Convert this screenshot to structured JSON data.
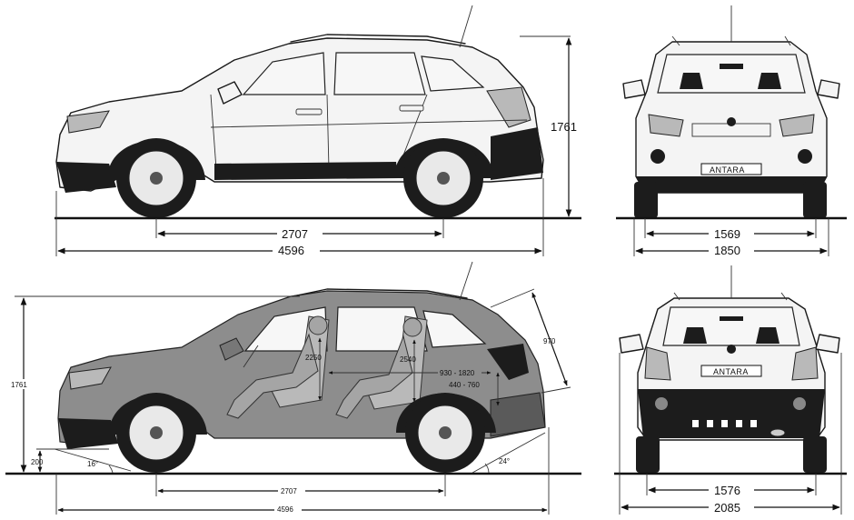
{
  "dimensions": {
    "side_top": {
      "wheelbase": "2707",
      "length": "4596",
      "height": "1761"
    },
    "front_view": {
      "front_track": "1569",
      "width": "1850"
    },
    "side_bottom": {
      "height": "1761",
      "ground_clearance": "200",
      "approach_angle": "16°",
      "departure_angle": "24°",
      "front_headroom": "2250",
      "rear_headroom": "2540",
      "boot_length": "930 - 1820",
      "boot_height": "440 - 760",
      "tailgate_opening": "970",
      "wheelbase": "2707",
      "length": "4596"
    },
    "rear_view": {
      "rear_track": "1576",
      "width_with_mirrors": "2085"
    }
  },
  "badges": {
    "front": "ANTARA",
    "rear": "ANTARA"
  }
}
